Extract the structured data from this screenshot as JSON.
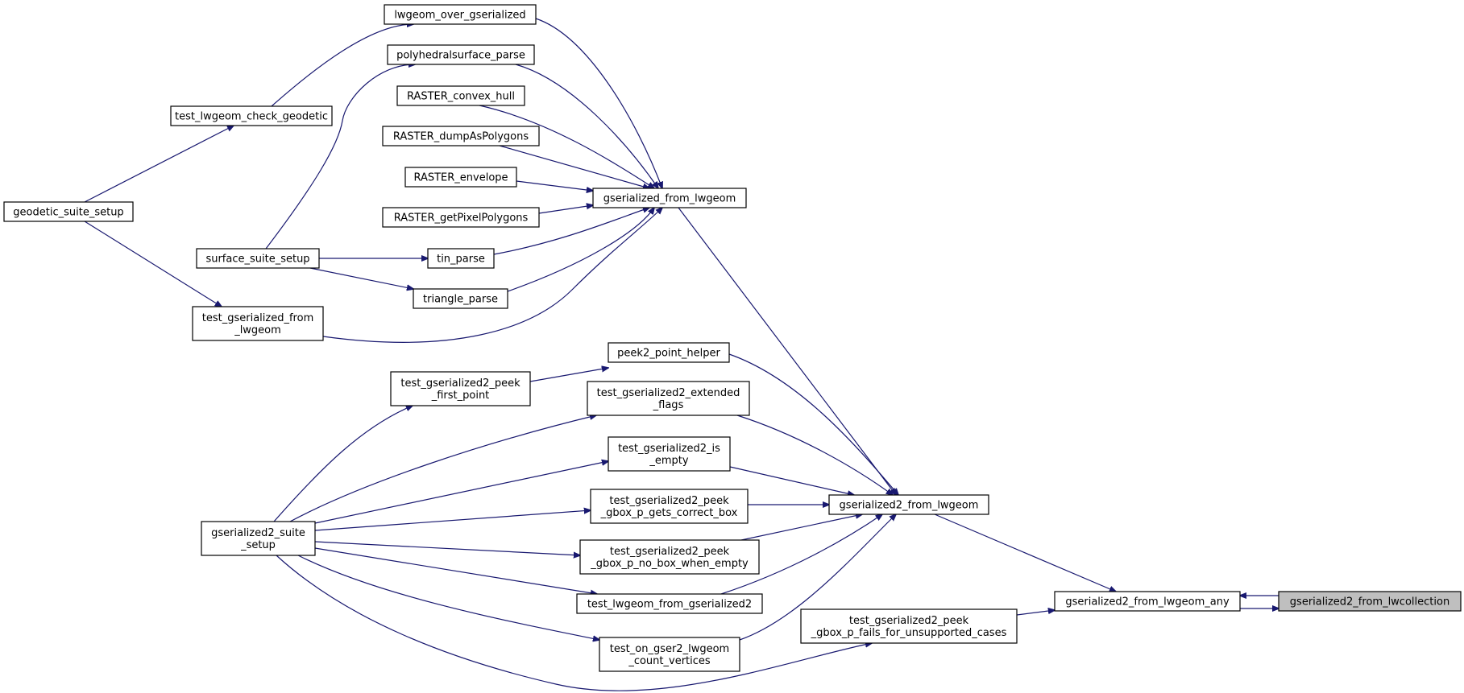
{
  "colors": {
    "edge": "#191970",
    "node_border": "#000000",
    "node_fill": "#ffffff",
    "highlight_fill": "#bfbfbf"
  },
  "nodes": {
    "lwgeom_over_gserialized": [
      "lwgeom_over_gserialized"
    ],
    "polyhedralsurface_parse": [
      "polyhedralsurface_parse"
    ],
    "RASTER_convex_hull": [
      "RASTER_convex_hull"
    ],
    "RASTER_dumpAsPolygons": [
      "RASTER_dumpAsPolygons"
    ],
    "RASTER_envelope": [
      "RASTER_envelope"
    ],
    "RASTER_getPixelPolygons": [
      "RASTER_getPixelPolygons"
    ],
    "tin_parse": [
      "tin_parse"
    ],
    "triangle_parse": [
      "triangle_parse"
    ],
    "test_lwgeom_check_geodetic": [
      "test_lwgeom_check_geodetic"
    ],
    "geodetic_suite_setup": [
      "geodetic_suite_setup"
    ],
    "surface_suite_setup": [
      "surface_suite_setup"
    ],
    "test_gserialized_from_lwgeom": [
      "test_gserialized_from",
      "_lwgeom"
    ],
    "gserialized_from_lwgeom": [
      "gserialized_from_lwgeom"
    ],
    "peek2_point_helper": [
      "peek2_point_helper"
    ],
    "test_gserialized2_peek_first_point": [
      "test_gserialized2_peek",
      "_first_point"
    ],
    "test_gserialized2_extended_flags": [
      "test_gserialized2_extended",
      "_flags"
    ],
    "test_gserialized2_is_empty": [
      "test_gserialized2_is",
      "_empty"
    ],
    "test_gserialized2_peek_gbox_p_gets_correct_box": [
      "test_gserialized2_peek",
      "_gbox_p_gets_correct_box"
    ],
    "gserialized2_suite_setup": [
      "gserialized2_suite",
      "_setup"
    ],
    "test_gserialized2_peek_gbox_p_no_box_when_empty": [
      "test_gserialized2_peek",
      "_gbox_p_no_box_when_empty"
    ],
    "test_lwgeom_from_gserialized2": [
      "test_lwgeom_from_gserialized2"
    ],
    "test_on_gser2_lwgeom_count_vertices": [
      "test_on_gser2_lwgeom",
      "_count_vertices"
    ],
    "test_gserialized2_peek_gbox_p_fails_for_unsupported_cases": [
      "test_gserialized2_peek",
      "_gbox_p_fails_for_unsupported_cases"
    ],
    "gserialized2_from_lwgeom": [
      "gserialized2_from_lwgeom"
    ],
    "gserialized2_from_lwgeom_any": [
      "gserialized2_from_lwgeom_any"
    ],
    "gserialized2_from_lwcollection": [
      "gserialized2_from_lwcollection"
    ]
  },
  "highlighted_node": "gserialized2_from_lwcollection",
  "edges": [
    [
      "test_lwgeom_check_geodetic",
      "lwgeom_over_gserialized"
    ],
    [
      "geodetic_suite_setup",
      "test_lwgeom_check_geodetic"
    ],
    [
      "geodetic_suite_setup",
      "test_gserialized_from_lwgeom"
    ],
    [
      "surface_suite_setup",
      "polyhedralsurface_parse"
    ],
    [
      "surface_suite_setup",
      "tin_parse"
    ],
    [
      "surface_suite_setup",
      "triangle_parse"
    ],
    [
      "lwgeom_over_gserialized",
      "gserialized_from_lwgeom"
    ],
    [
      "polyhedralsurface_parse",
      "gserialized_from_lwgeom"
    ],
    [
      "RASTER_convex_hull",
      "gserialized_from_lwgeom"
    ],
    [
      "RASTER_dumpAsPolygons",
      "gserialized_from_lwgeom"
    ],
    [
      "RASTER_envelope",
      "gserialized_from_lwgeom"
    ],
    [
      "RASTER_getPixelPolygons",
      "gserialized_from_lwgeom"
    ],
    [
      "tin_parse",
      "gserialized_from_lwgeom"
    ],
    [
      "triangle_parse",
      "gserialized_from_lwgeom"
    ],
    [
      "test_gserialized_from_lwgeom",
      "gserialized_from_lwgeom"
    ],
    [
      "gserialized_from_lwgeom",
      "gserialized2_from_lwgeom"
    ],
    [
      "test_gserialized2_peek_first_point",
      "peek2_point_helper"
    ],
    [
      "peek2_point_helper",
      "gserialized2_from_lwgeom"
    ],
    [
      "test_gserialized2_extended_flags",
      "gserialized2_from_lwgeom"
    ],
    [
      "test_gserialized2_is_empty",
      "gserialized2_from_lwgeom"
    ],
    [
      "test_gserialized2_peek_gbox_p_gets_correct_box",
      "gserialized2_from_lwgeom"
    ],
    [
      "test_gserialized2_peek_gbox_p_no_box_when_empty",
      "gserialized2_from_lwgeom"
    ],
    [
      "test_lwgeom_from_gserialized2",
      "gserialized2_from_lwgeom"
    ],
    [
      "test_on_gser2_lwgeom_count_vertices",
      "gserialized2_from_lwgeom"
    ],
    [
      "gserialized2_suite_setup",
      "test_gserialized2_peek_first_point"
    ],
    [
      "gserialized2_suite_setup",
      "test_gserialized2_extended_flags"
    ],
    [
      "gserialized2_suite_setup",
      "test_gserialized2_is_empty"
    ],
    [
      "gserialized2_suite_setup",
      "test_gserialized2_peek_gbox_p_gets_correct_box"
    ],
    [
      "gserialized2_suite_setup",
      "test_gserialized2_peek_gbox_p_no_box_when_empty"
    ],
    [
      "gserialized2_suite_setup",
      "test_lwgeom_from_gserialized2"
    ],
    [
      "gserialized2_suite_setup",
      "test_on_gser2_lwgeom_count_vertices"
    ],
    [
      "gserialized2_suite_setup",
      "test_gserialized2_peek_gbox_p_fails_for_unsupported_cases"
    ],
    [
      "gserialized2_from_lwgeom",
      "gserialized2_from_lwgeom_any"
    ],
    [
      "test_gserialized2_peek_gbox_p_fails_for_unsupported_cases",
      "gserialized2_from_lwgeom_any"
    ],
    [
      "gserialized2_from_lwcollection",
      "gserialized2_from_lwgeom_any"
    ],
    [
      "gserialized2_from_lwgeom_any",
      "gserialized2_from_lwcollection"
    ]
  ]
}
